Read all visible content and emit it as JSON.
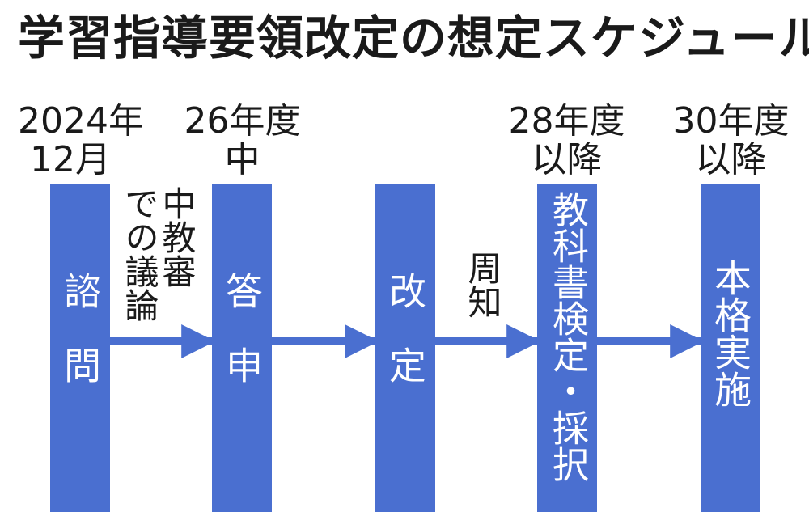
{
  "title": "学習指導要領改定の想定スケジュール",
  "dates": [
    {
      "line1": "2024年",
      "line2": "12月"
    },
    {
      "line1": "26年度",
      "line2": "中"
    },
    {
      "line1": "28年度",
      "line2": "以降"
    },
    {
      "line1": "30年度",
      "line2": "以降"
    }
  ],
  "bars": {
    "inquiry": "諮　問",
    "report": "答　申",
    "revision": "改　定",
    "textbook": "教科書検定・採択",
    "implementation": "本格実施"
  },
  "labels": {
    "council_col1": "中教審",
    "council_col2": "での議論",
    "notice": "周知"
  },
  "colors": {
    "bar": "#4a6fd0",
    "arrow": "#4a6fd0"
  }
}
